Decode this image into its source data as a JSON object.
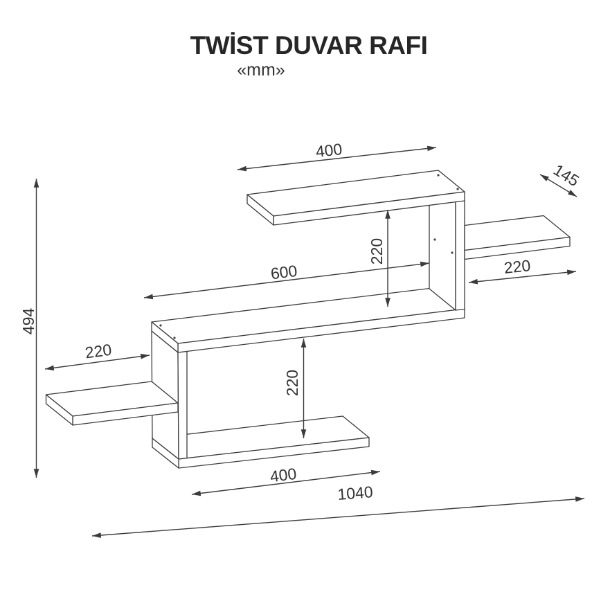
{
  "header": {
    "title": "TWİST DUVAR RAFI",
    "unit": "«mm»"
  },
  "dimensions": {
    "top_board_length": "400",
    "board_depth": "145",
    "upper_clearance": "220",
    "middle_board_length": "600",
    "right_shelf_length": "220",
    "overall_height": "494",
    "left_shelf_length": "220",
    "lower_clearance": "220",
    "bottom_board_length": "400",
    "overall_width": "1040"
  },
  "colors": {
    "line": "#3b3b3b",
    "dimension_text": "#333333",
    "title_text": "#262626",
    "background": "#ffffff"
  }
}
